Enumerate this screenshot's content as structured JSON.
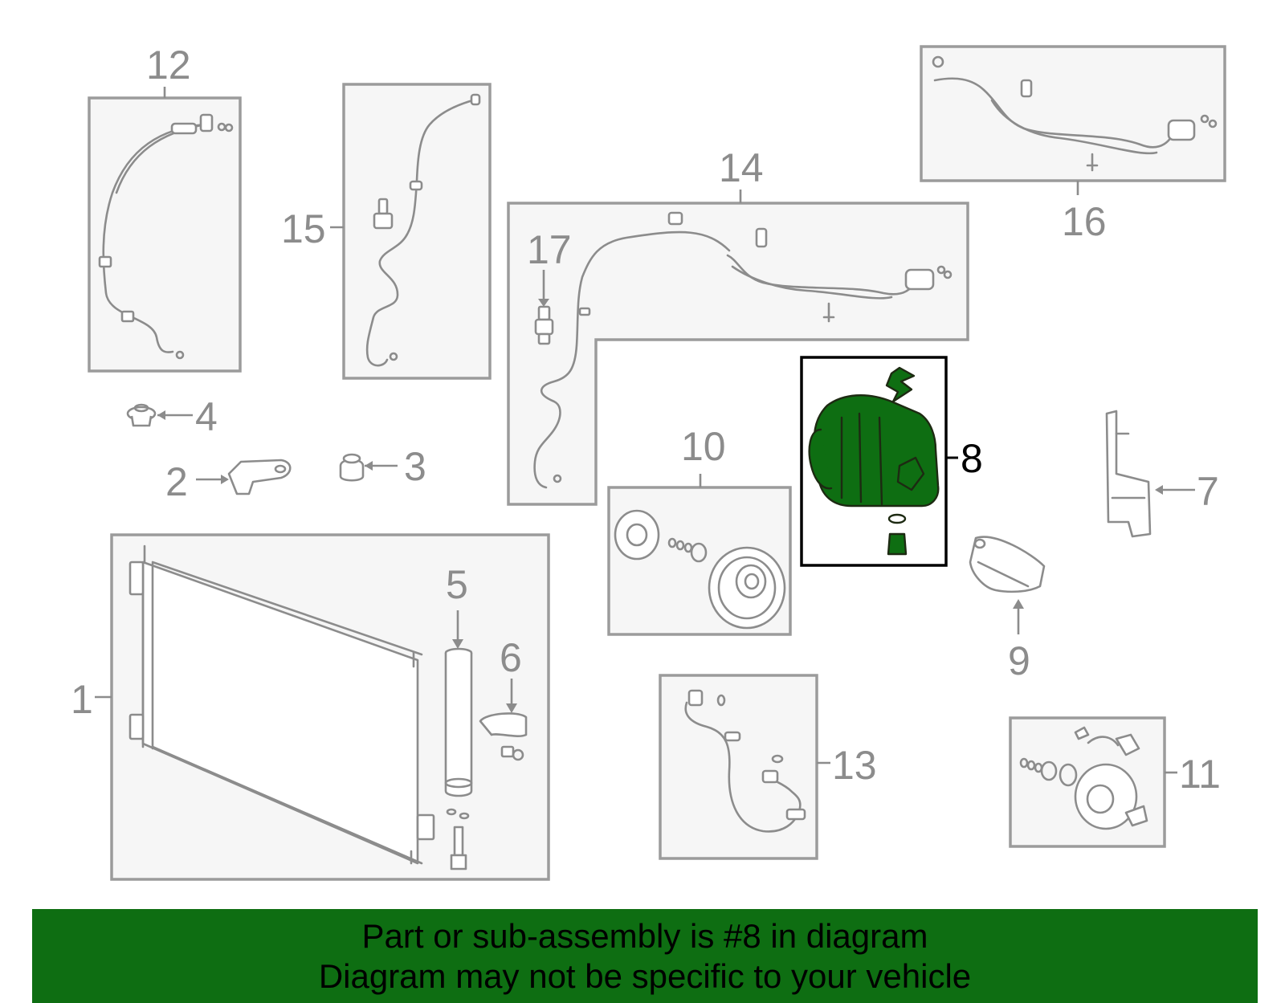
{
  "callouts": {
    "c1": "1",
    "c2": "2",
    "c3": "3",
    "c4": "4",
    "c5": "5",
    "c6": "6",
    "c7": "7",
    "c8": "8",
    "c9": "9",
    "c10": "10",
    "c11": "11",
    "c12": "12",
    "c13": "13",
    "c14": "14",
    "c15": "15",
    "c16": "16",
    "c17": "17"
  },
  "highlighted_part": "8",
  "colors": {
    "highlight_fill": "#0e6e12",
    "box_border": "#9b9b9b",
    "line_art": "#8c8c8c",
    "banner_background": "#0e6e12"
  },
  "banner": {
    "line1": "Part or sub-assembly is #8 in diagram",
    "line2": "Diagram may not be specific to your vehicle"
  }
}
